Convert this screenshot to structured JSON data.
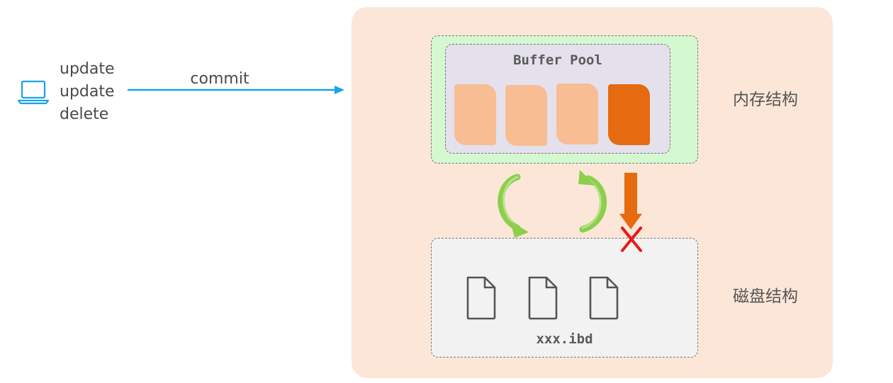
{
  "client": {
    "operations": [
      "update",
      "update",
      "delete"
    ],
    "commit_label": "commit",
    "icon": "laptop-icon"
  },
  "memory": {
    "buffer_pool_title": "Buffer Pool",
    "section_label": "内存结构",
    "pages": [
      "clean",
      "clean",
      "clean",
      "dirty"
    ]
  },
  "disk": {
    "file_label": "xxx.ibd",
    "section_label": "磁盘结构",
    "file_icons": [
      "file-icon",
      "file-icon",
      "file-icon"
    ]
  },
  "colors": {
    "panel": "#fce6d8",
    "memory_box": "#d4f9d0",
    "buffer_pool": "#e4e0ec",
    "page": "#f8bd92",
    "dirty_page": "#e56a10",
    "sync_arrows": "#8dcf4c",
    "flush_arrow": "#e56a10",
    "blocked_mark": "#e8191a",
    "commit_arrow": "#1aa3e8"
  }
}
